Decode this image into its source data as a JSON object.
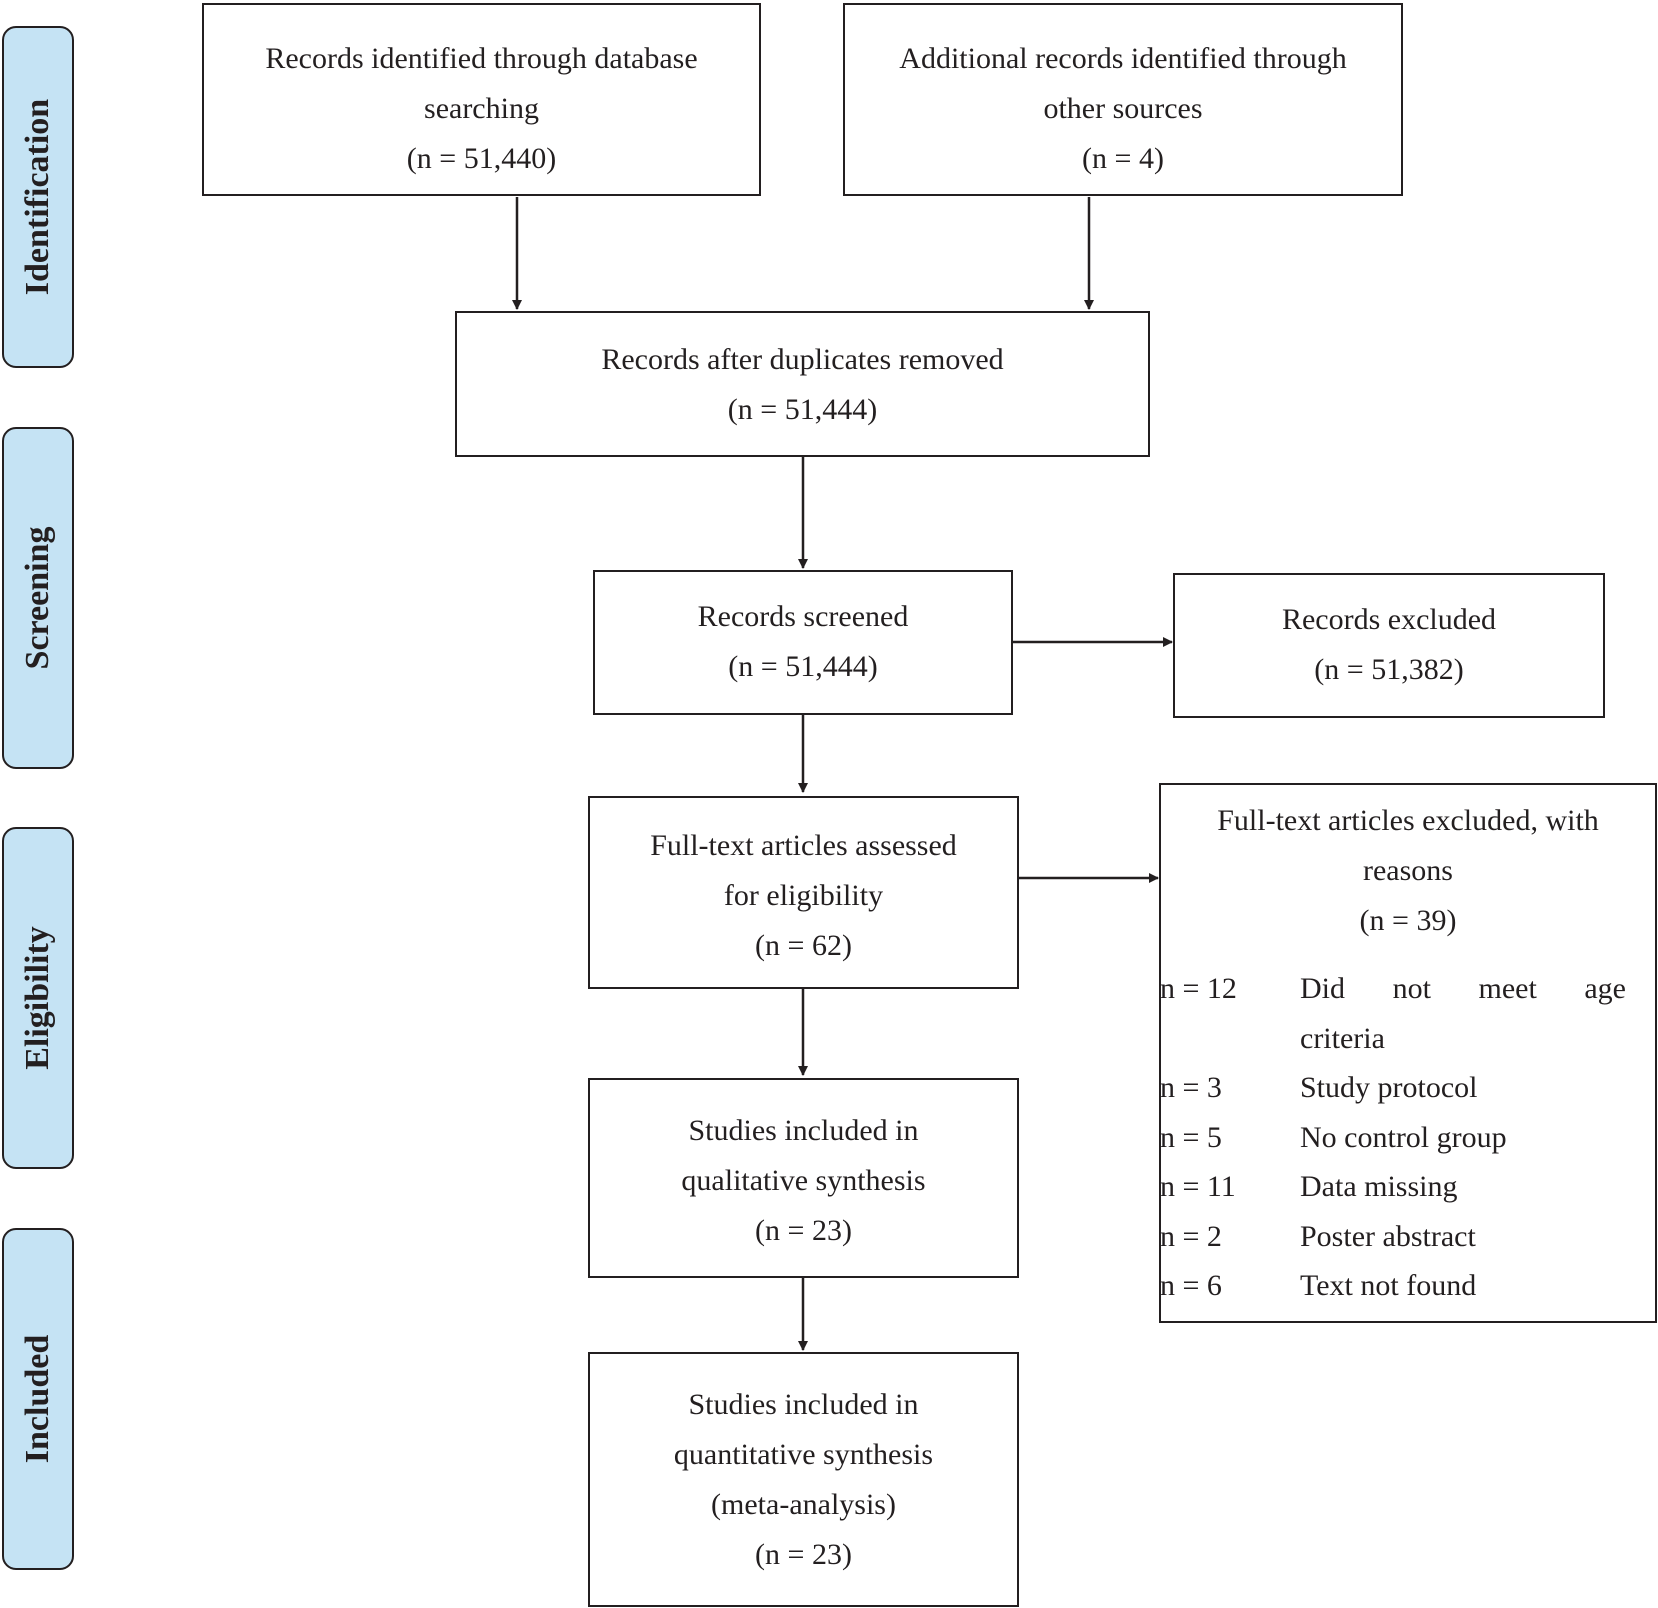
{
  "phases": [
    "Identification",
    "Screening",
    "Eligibility",
    "Included"
  ],
  "boxes": {
    "database": {
      "lines": [
        "Records identified through database",
        "searching",
        "(n = 51,440)"
      ]
    },
    "other": {
      "lines": [
        "Additional records identified through",
        "other sources",
        "(n = 4)"
      ]
    },
    "duplicates": {
      "lines": [
        "Records after duplicates removed",
        "(n = 51,444)"
      ]
    },
    "screened": {
      "lines": [
        "Records screened",
        "(n = 51,444)"
      ]
    },
    "excluded": {
      "lines": [
        "Records excluded",
        "(n = 51,382)"
      ]
    },
    "fulltext": {
      "lines": [
        "Full-text articles assessed",
        "for eligibility",
        "(n = 62)"
      ]
    },
    "fulltext_excluded": {
      "lines": [
        "Full-text articles excluded, with",
        "reasons",
        "(n = 39)"
      ]
    },
    "qualitative": {
      "lines": [
        "Studies included in",
        "qualitative synthesis",
        "(n = 23)"
      ]
    },
    "quantitative": {
      "lines": [
        "Studies included in",
        "quantitative synthesis",
        "(meta-analysis)",
        "(n = 23)"
      ]
    }
  },
  "exclusion_reasons": [
    {
      "n": "n = 12",
      "reason_1": "Did not meet age",
      "reason_2": "criteria"
    },
    {
      "n": "n = 3",
      "reason_1": "Study protocol"
    },
    {
      "n": "n = 5",
      "reason_1": "No control group"
    },
    {
      "n": "n = 11",
      "reason_1": "Data missing"
    },
    {
      "n": "n = 2",
      "reason_1": "Poster abstract"
    },
    {
      "n": "n = 6",
      "reason_1": "Text not found"
    }
  ]
}
